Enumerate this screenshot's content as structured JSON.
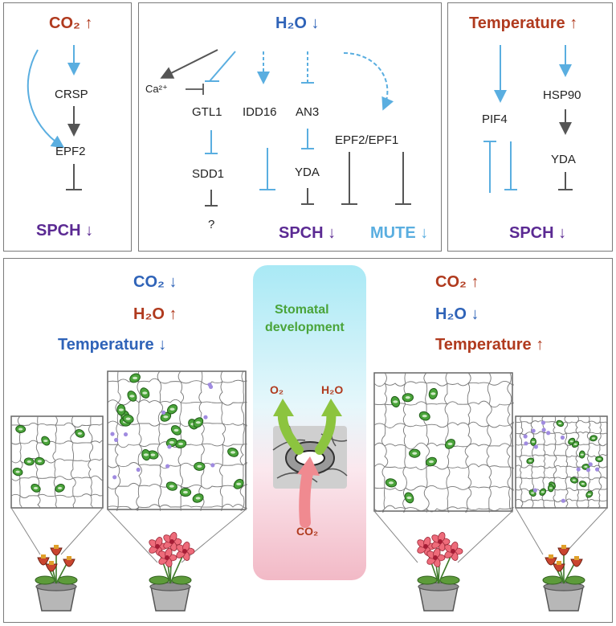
{
  "panel1": {
    "header": "CO₂",
    "header_arrow": "↑",
    "nodes": [
      "CRSP",
      "EPF2"
    ],
    "output": "SPCH",
    "output_arrow": "↓"
  },
  "panel2": {
    "header": "H₂O",
    "header_arrow": "↓",
    "calcium": "Ca²⁺",
    "nodes": [
      "GTL1",
      "IDD16",
      "AN3",
      "EPF2/EPF1",
      "SDD1",
      "YDA",
      "?"
    ],
    "output1": "SPCH",
    "output1_arrow": "↓",
    "output2": "MUTE",
    "output2_arrow": "↓"
  },
  "panel3": {
    "header": "Temperature",
    "header_arrow": "↑",
    "nodes": [
      "PIF4",
      "HSP90",
      "YDA"
    ],
    "output": "SPCH",
    "output_arrow": "↓"
  },
  "left_conditions": [
    {
      "label": "CO₂",
      "arrow": "↓",
      "color": "#2f63b8"
    },
    {
      "label": "H₂O",
      "arrow": "↑",
      "color": "#b03a1e"
    },
    {
      "label": "Temperature",
      "arrow": "↓",
      "color": "#2f63b8"
    }
  ],
  "right_conditions": [
    {
      "label": "CO₂",
      "arrow": "↑",
      "color": "#b03a1e"
    },
    {
      "label": "H₂O",
      "arrow": "↓",
      "color": "#2f63b8"
    },
    {
      "label": "Temperature",
      "arrow": "↑",
      "color": "#b03a1e"
    }
  ],
  "center": {
    "title_line1": "Stomatal",
    "title_line2": "development",
    "o2": "O₂",
    "h2o": "H₂O",
    "co2": "CO₂"
  },
  "colors": {
    "red": "#b03a1e",
    "blue": "#2f63b8",
    "purple": "#5b2a93",
    "light_blue": "#5aaee0",
    "inhibit": "#555555",
    "stoma_green": "#4aa43a"
  }
}
